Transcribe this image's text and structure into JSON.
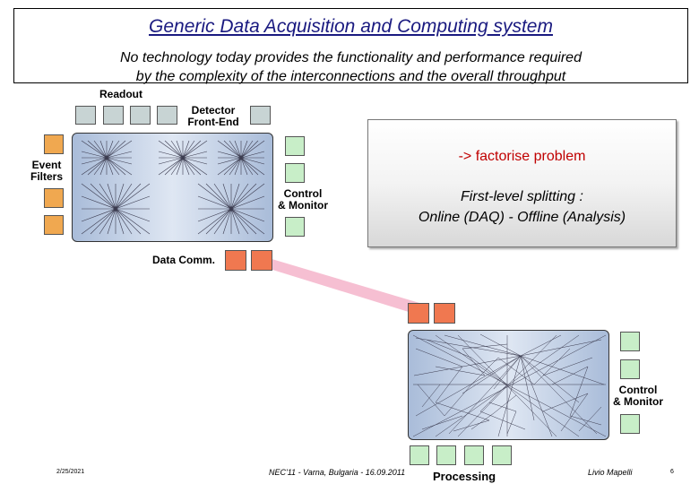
{
  "header": {
    "title": "Generic Data Acquisition and Computing system",
    "subtitle_line1": "No technology today provides the functionality and performance required",
    "subtitle_line2": "by the complexity of the interconnections and the overall throughput"
  },
  "daq_diagram": {
    "readout": "Readout",
    "detector_line1": "Detector",
    "detector_line2": "Front-End",
    "event_filters_line1": "Event",
    "event_filters_line2": "Filters",
    "control_line1": "Control",
    "control_line2": "& Monitor",
    "data_comm": "Data Comm."
  },
  "message": {
    "factorise": "-> factorise problem",
    "splitting_line1": "First-level splitting :",
    "splitting_line2": "Online (DAQ) - Offline (Analysis)"
  },
  "processing_diagram": {
    "control_line1": "Control",
    "control_line2": "& Monitor",
    "processing": "Processing"
  },
  "footer": {
    "date": "2/25/2021",
    "conference": "NEC'11 - Varna, Bulgaria - 16.09.2011",
    "author": "Livio Mapelli",
    "page": "6"
  },
  "colors": {
    "title": "#1a1a80",
    "factorise": "#c00000",
    "grey_box": "#c8d4d4",
    "orange_box": "#f0a850",
    "green_box": "#c8eec8",
    "red_box": "#f07850",
    "connector": "#f6bfd2"
  }
}
